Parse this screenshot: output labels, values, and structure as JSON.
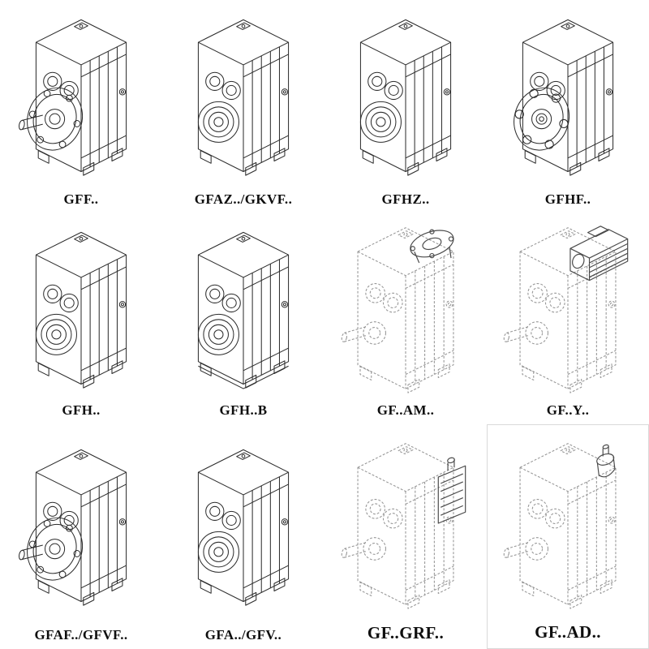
{
  "page": {
    "background": "#ffffff"
  },
  "colors": {
    "line": "#2b2b2b",
    "phantom": "#979797",
    "attach": "#4a4a4a"
  },
  "grid": {
    "items": [
      {
        "label": "GFF..",
        "variant": "flange-shaft"
      },
      {
        "label": "GFAZ../GKVF..",
        "variant": "rings"
      },
      {
        "label": "GFHZ..",
        "variant": "rings"
      },
      {
        "label": "GFHF..",
        "variant": "flange"
      },
      {
        "label": "GFH..",
        "variant": "rings"
      },
      {
        "label": "GFH..B",
        "variant": "rings-b"
      },
      {
        "label": "GF..AM..",
        "variant": "phantom-flange"
      },
      {
        "label": "GF..Y..",
        "variant": "phantom-motor"
      },
      {
        "label": "GFAF../GFVF..",
        "variant": "flange-shaft"
      },
      {
        "label": "GFA../GFV..",
        "variant": "rings"
      },
      {
        "label": "GF..GRF..",
        "variant": "phantom-grf"
      },
      {
        "label": "GF..AD..",
        "variant": "phantom-ad"
      }
    ]
  }
}
